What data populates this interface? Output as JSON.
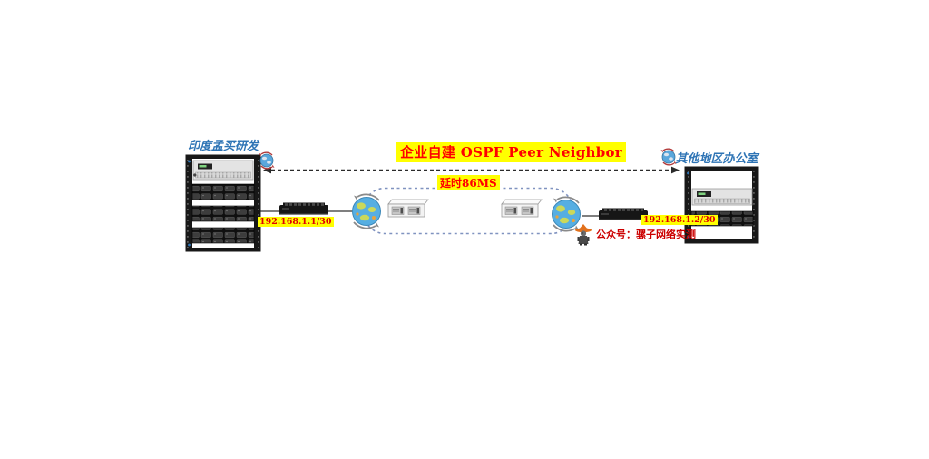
{
  "title": {
    "text": "企业自建 OSPF Peer Neighbor"
  },
  "link": {
    "latency": "延时86MS"
  },
  "left_site": {
    "label": "印度孟买研发",
    "ip": "192.168.1.1/30"
  },
  "right_site": {
    "label": "其他地区办公室",
    "ip": "192.168.1.2/30"
  },
  "watermark": {
    "text": "公众号：骡子网络实测"
  },
  "colors": {
    "highlight": "#FFFF00",
    "title_text": "#FF0000",
    "site_label": "#2E74B5",
    "ip_text": "#E00000",
    "cloud_border": "#8093C0",
    "globe_blue": "#56AEE2",
    "globe_land": "#CBD85A"
  },
  "icons": {
    "left_rack": "server-rack-icon",
    "right_rack": "server-rack-icon",
    "switches": "ethernet-switch-icon",
    "routers": "router-chassis-icon",
    "globes": "globe-icon",
    "mascot": "monkey-mascot-icon",
    "peer_link": "dashed-double-arrow"
  }
}
